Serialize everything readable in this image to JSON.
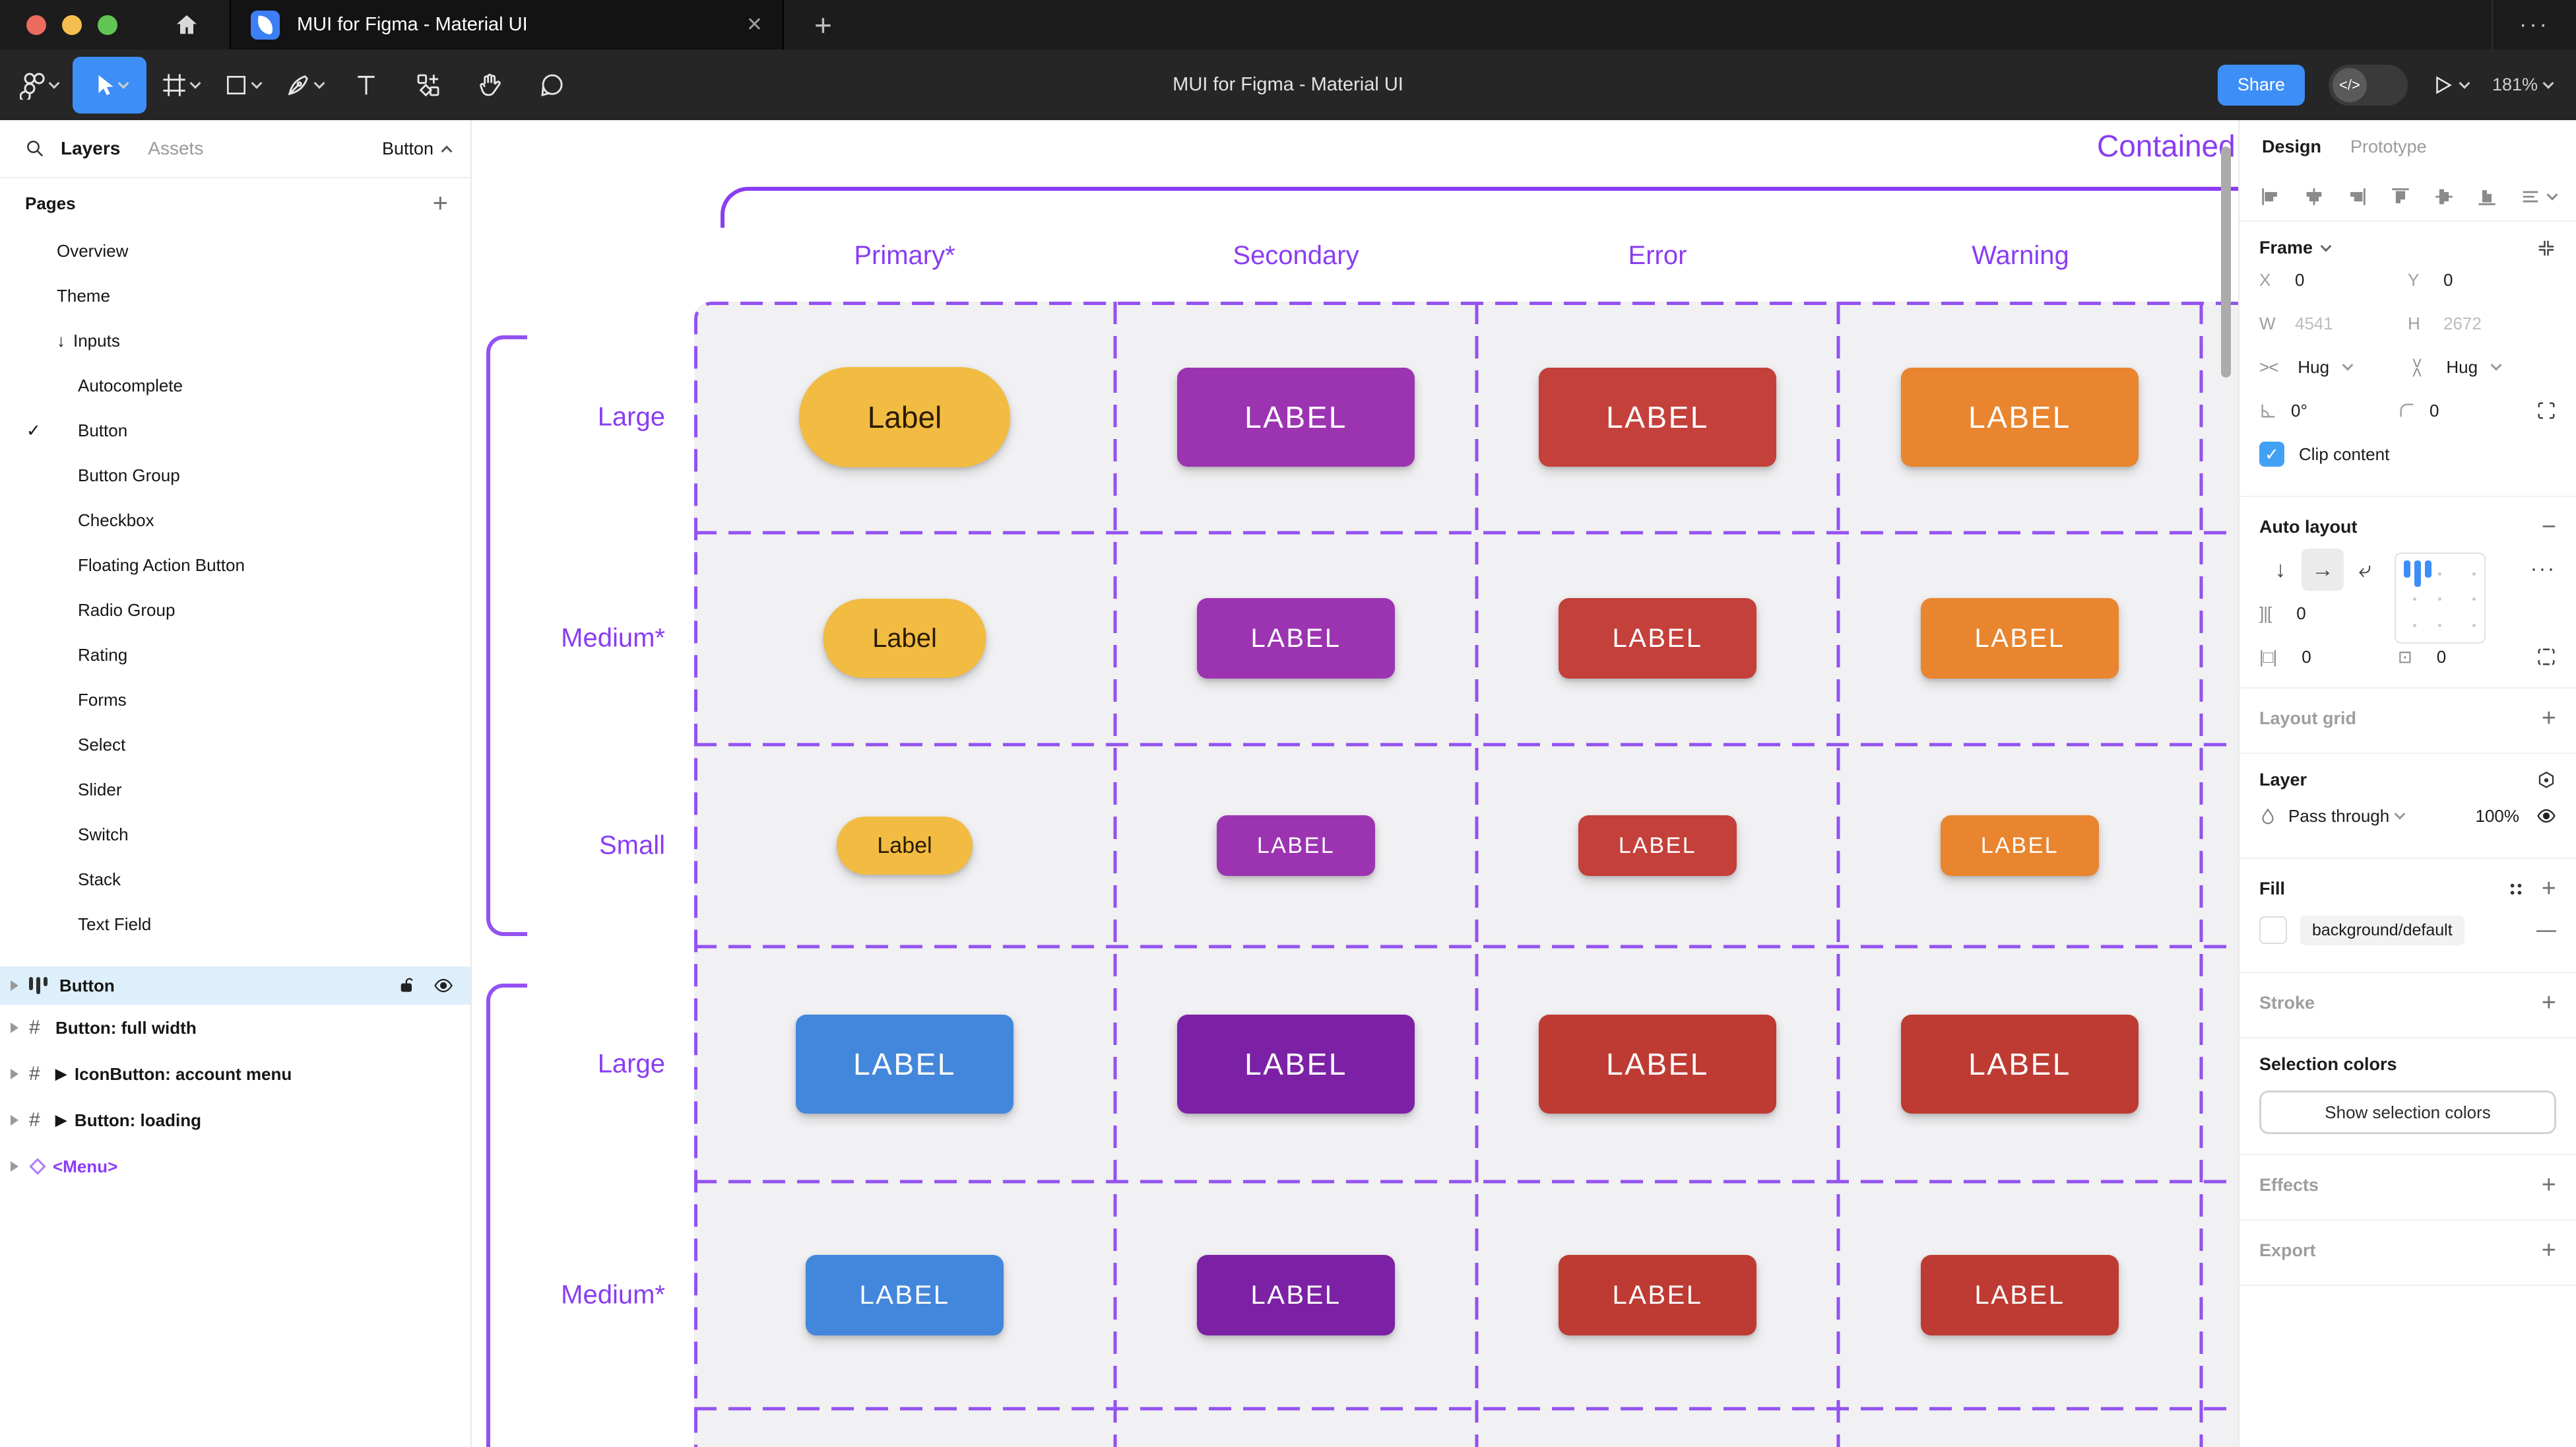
{
  "window": {
    "tab_title": "MUI for Figma - Material UI",
    "close_label": "✕",
    "new_tab_label": "+",
    "overflow_label": "···"
  },
  "toolbar": {
    "document_title": "MUI for Figma - Material UI",
    "share_label": "Share",
    "zoom_level": "181%"
  },
  "sidebar": {
    "tab_layers": "Layers",
    "tab_assets": "Assets",
    "page_selector": "Button",
    "pages_header": "Pages",
    "pages": [
      {
        "label": "Overview"
      },
      {
        "label": "Theme"
      },
      {
        "label": "Inputs",
        "prefix": "↓"
      },
      {
        "label": "Autocomplete"
      },
      {
        "label": "Button",
        "check": "✓"
      },
      {
        "label": "Button Group"
      },
      {
        "label": "Checkbox"
      },
      {
        "label": "Floating Action Button"
      },
      {
        "label": "Radio Group"
      },
      {
        "label": "Rating"
      },
      {
        "label": "Forms"
      },
      {
        "label": "Select"
      },
      {
        "label": "Slider"
      },
      {
        "label": "Switch"
      },
      {
        "label": "Stack"
      },
      {
        "label": "Text Field"
      }
    ],
    "selected_layer": {
      "name": "Button"
    },
    "layers": [
      {
        "name": "Button: full width",
        "play": ""
      },
      {
        "name": "IconButton: account menu",
        "play": "▶"
      },
      {
        "name": "Button: loading",
        "play": "▶"
      },
      {
        "name": "<Menu>",
        "play": ""
      }
    ]
  },
  "canvas": {
    "section_title": "Contained",
    "columns": [
      "Primary*",
      "Secondary",
      "Error",
      "Warning"
    ],
    "rows": [
      {
        "size": "Large",
        "buttons": [
          {
            "label": "Label",
            "bg": "#F2BB42",
            "fg": "#2A1B03"
          },
          {
            "label": "LABEL",
            "bg": "#9C34B2",
            "fg": "#FFFFFF"
          },
          {
            "label": "LABEL",
            "bg": "#C4403B",
            "fg": "#FFFFFF"
          },
          {
            "label": "LABEL",
            "bg": "#E8852E",
            "fg": "#FFFFFF"
          }
        ]
      },
      {
        "size": "Medium*",
        "buttons": [
          {
            "label": "Label",
            "bg": "#F2BB42",
            "fg": "#2A1B03"
          },
          {
            "label": "LABEL",
            "bg": "#9C34B2",
            "fg": "#FFFFFF"
          },
          {
            "label": "LABEL",
            "bg": "#C4403B",
            "fg": "#FFFFFF"
          },
          {
            "label": "LABEL",
            "bg": "#E8852E",
            "fg": "#FFFFFF"
          }
        ]
      },
      {
        "size": "Small",
        "buttons": [
          {
            "label": "Label",
            "bg": "#F2BB42",
            "fg": "#2A1B03"
          },
          {
            "label": "LABEL",
            "bg": "#9C34B2",
            "fg": "#FFFFFF"
          },
          {
            "label": "LABEL",
            "bg": "#C4403B",
            "fg": "#FFFFFF"
          },
          {
            "label": "LABEL",
            "bg": "#E8852E",
            "fg": "#FFFFFF"
          }
        ]
      },
      {
        "size": "Large",
        "buttons": [
          {
            "label": "LABEL",
            "bg": "#4387DC",
            "fg": "#FFFFFF"
          },
          {
            "label": "LABEL",
            "bg": "#7C21A5",
            "fg": "#FFFFFF"
          },
          {
            "label": "LABEL",
            "bg": "#BE3B33",
            "fg": "#FFFFFF"
          },
          {
            "label": "LABEL",
            "bg": "#BE3B33",
            "fg": "#FFFFFF"
          }
        ]
      },
      {
        "size": "Medium*",
        "buttons": [
          {
            "label": "LABEL",
            "bg": "#4387DC",
            "fg": "#FFFFFF"
          },
          {
            "label": "LABEL",
            "bg": "#7C21A5",
            "fg": "#FFFFFF"
          },
          {
            "label": "LABEL",
            "bg": "#BE3B33",
            "fg": "#FFFFFF"
          },
          {
            "label": "LABEL",
            "bg": "#BE3B33",
            "fg": "#FFFFFF"
          }
        ]
      }
    ]
  },
  "inspector": {
    "tab_design": "Design",
    "tab_prototype": "Prototype",
    "frame": {
      "title": "Frame",
      "x_label": "X",
      "x": "0",
      "y_label": "Y",
      "y": "0",
      "w_label": "W",
      "w": "4541",
      "h_label": "H",
      "h": "2672",
      "hug_h": "Hug",
      "hug_v": "Hug",
      "rotation": "0°",
      "radius": "0",
      "clip_label": "Clip content",
      "clip_check": "✓"
    },
    "auto_layout": {
      "title": "Auto layout",
      "gap": "0",
      "padding_h": "0",
      "padding_v": "0",
      "more": "···"
    },
    "layout_grid_title": "Layout grid",
    "layer": {
      "title": "Layer",
      "blend": "Pass through",
      "opacity": "100%"
    },
    "fill": {
      "title": "Fill",
      "token": "background/default",
      "remove": "—"
    },
    "stroke_title": "Stroke",
    "selection_colors": {
      "title": "Selection colors",
      "button": "Show selection colors"
    },
    "effects_title": "Effects",
    "export_title": "Export"
  },
  "colors": {
    "accent_blue": "#3E8EF7",
    "figma_purple": "#8A3DF2",
    "grid_dash_purple": "#9352F0",
    "selected_row_bg": "#DEEFFC",
    "cell_bg": "#F1F0F2"
  }
}
